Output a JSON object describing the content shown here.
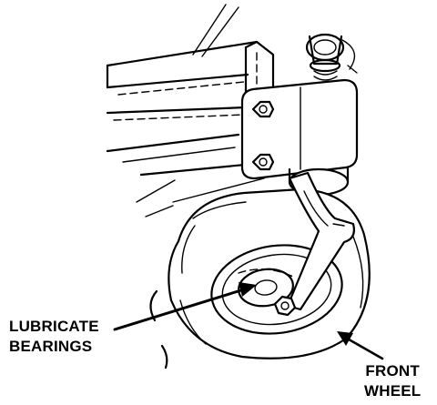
{
  "callouts": {
    "lubricate_line1": "LUBRICATE",
    "lubricate_line2": "BEARINGS",
    "front_line1": "FRONT",
    "front_line2": "WHEEL"
  }
}
